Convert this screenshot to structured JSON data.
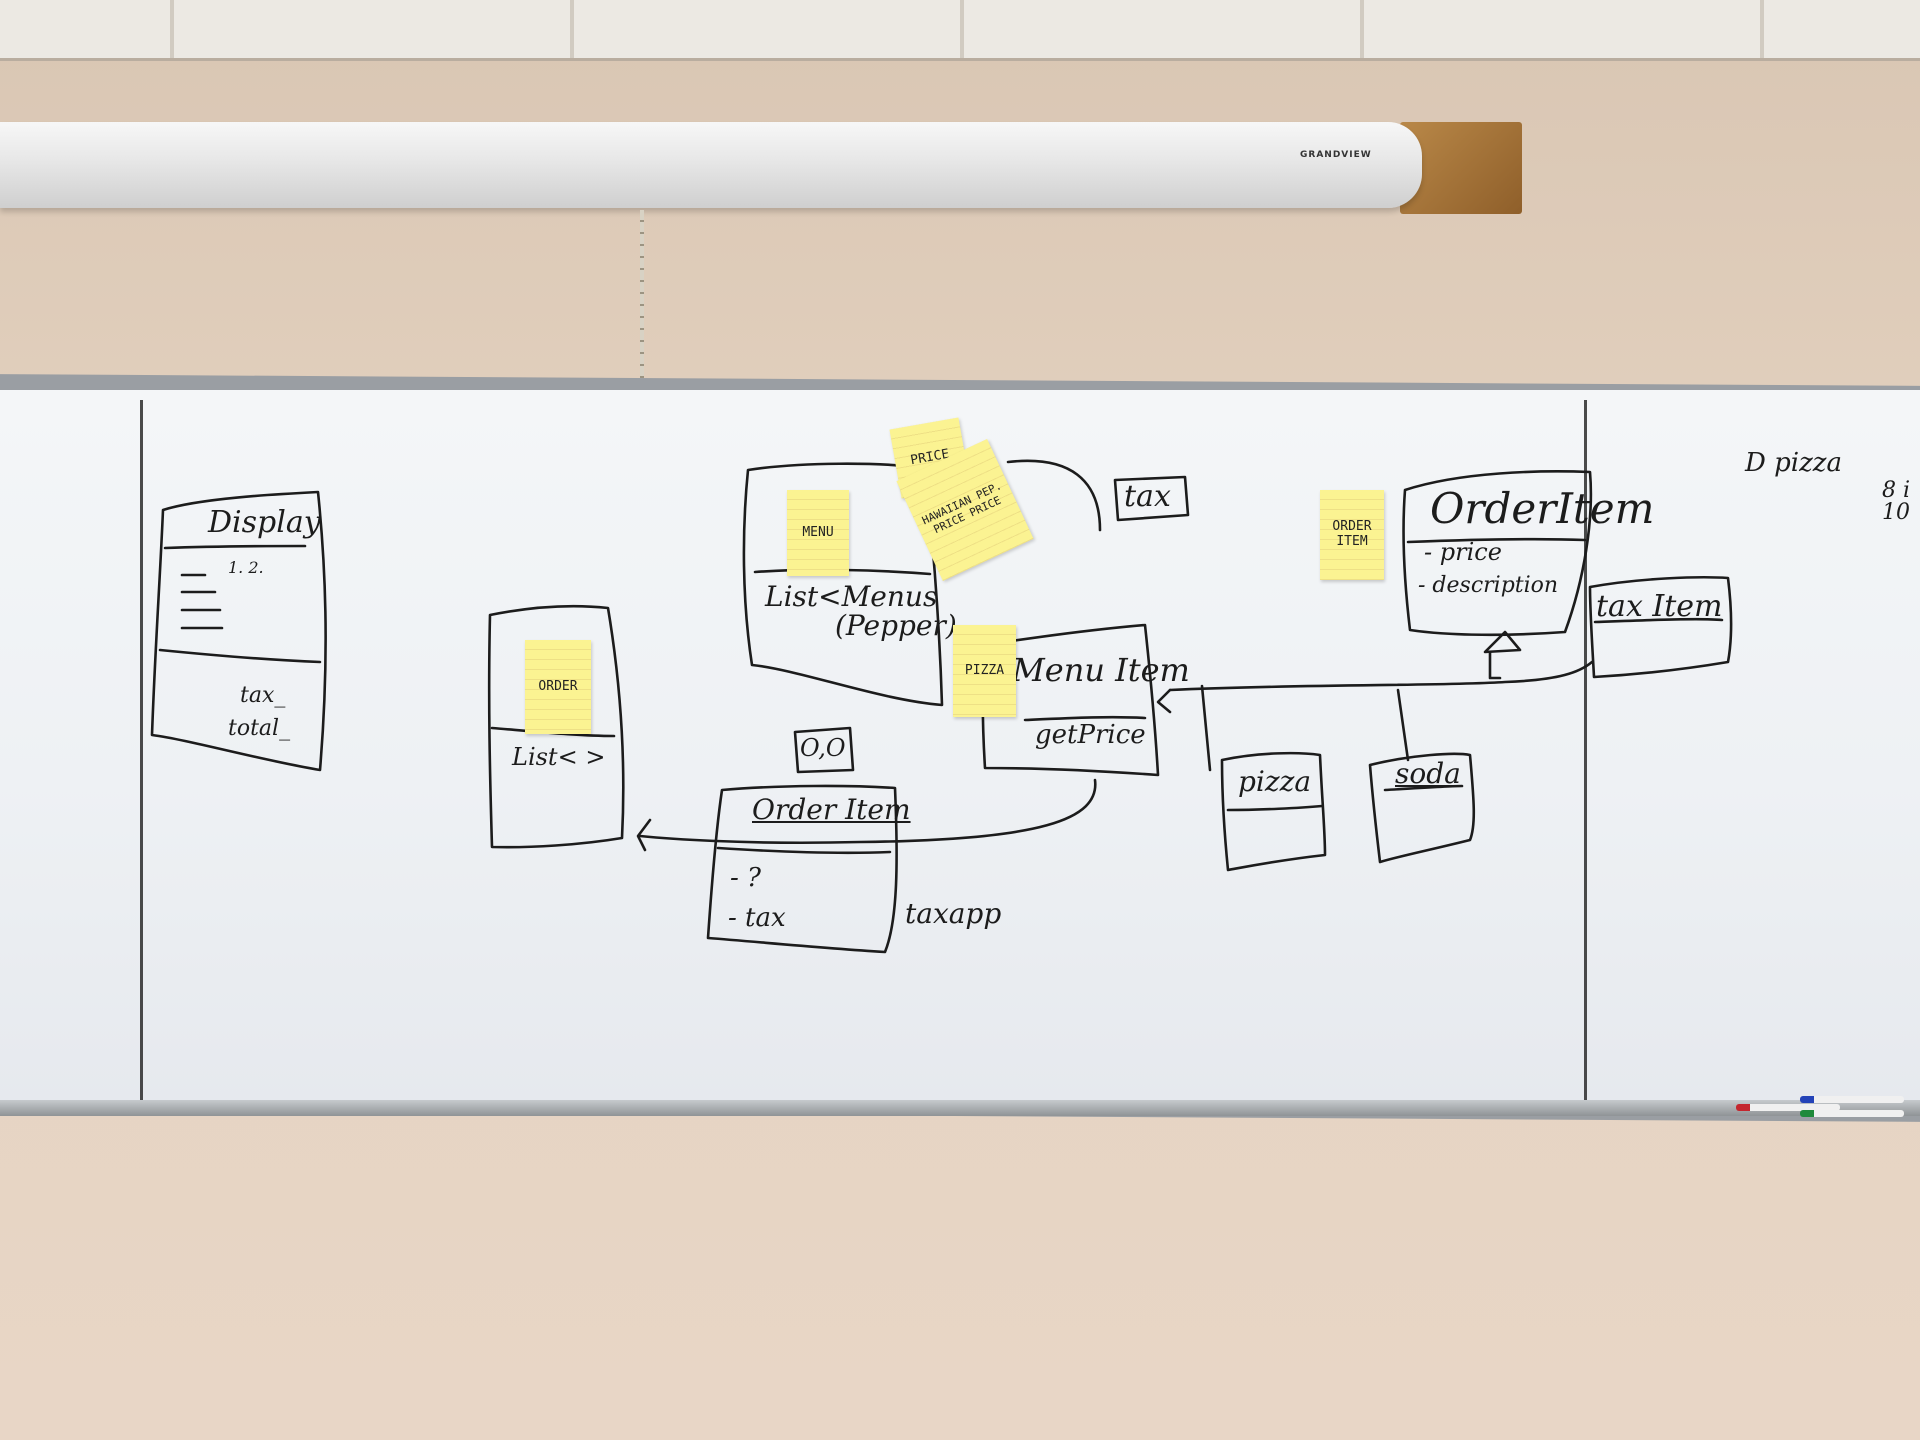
{
  "projector": {
    "brand": "GRANDVIEW"
  },
  "stickies": {
    "menu": "MENU",
    "price": "PRICE",
    "hawaiian_price": "HAWAIIAN PEP. PRICE PRICE",
    "order": "ORDER",
    "pizza": "PIZZA",
    "order_item": "ORDER ITEM"
  },
  "handwriting": {
    "display_title": "Display",
    "display_list": "1. 2.",
    "display_tax": "tax_",
    "display_total": "total_",
    "order_list": "List< >",
    "menu_list": "List<Menus",
    "menu_list_2": "(Pepper)",
    "tax_box": "tax",
    "menu_item_title": "Menu Item",
    "menu_item_method": "getPrice",
    "order_item_center": "Order Item",
    "oo": "O,O",
    "order_item_center_field1": "- ?",
    "order_item_center_field2": "- tax",
    "taxapp": "taxapp",
    "order_item_right": "OrderItem",
    "order_item_right_field1": "- price",
    "order_item_right_field2": "- description",
    "tax_item": "tax Item",
    "pizza_box": "pizza",
    "soda_box": "soda",
    "corner_note": "D pizza",
    "edge_note": "8 i 10"
  },
  "colors": {
    "board": "#eef1f4",
    "ink": "#1c1c1c",
    "sticky": "#fbf392",
    "wall": "#e4d2c0"
  },
  "markers": [
    {
      "name": "red-marker",
      "color": "#c4262e"
    },
    {
      "name": "blue-marker",
      "color": "#2443b8"
    },
    {
      "name": "green-marker",
      "color": "#1f8a3b"
    }
  ]
}
